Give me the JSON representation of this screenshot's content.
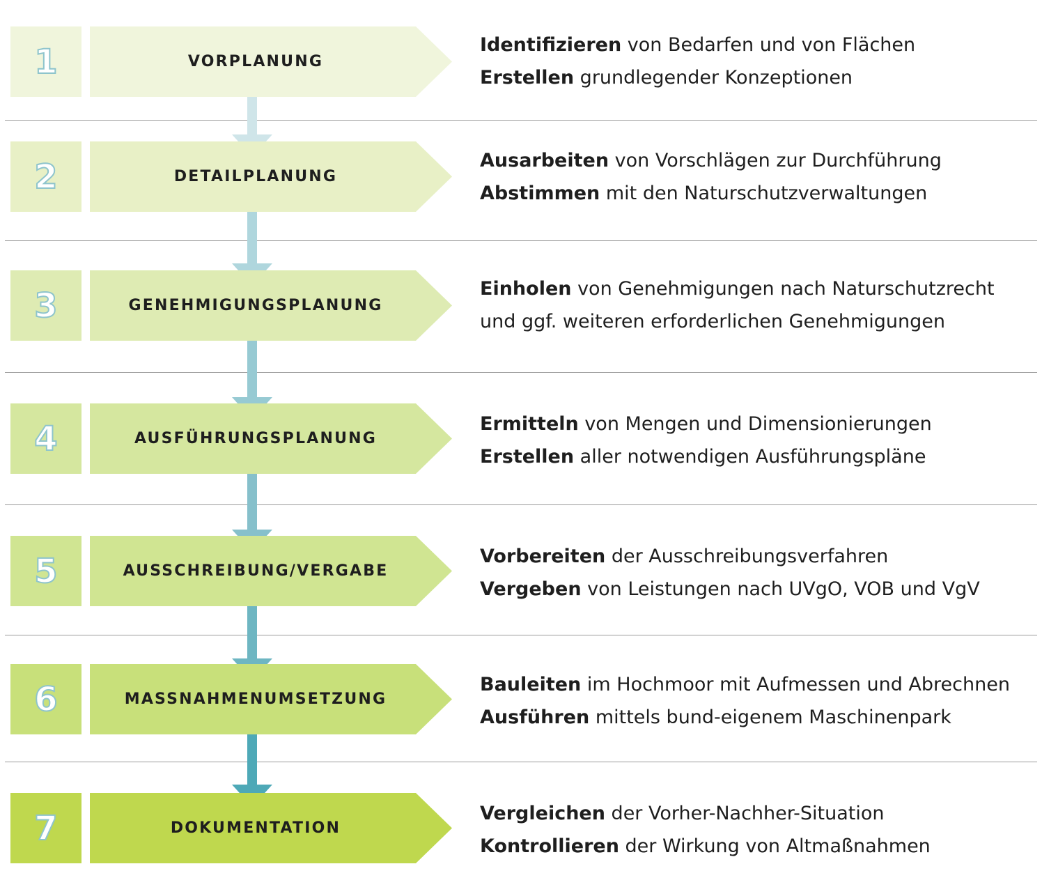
{
  "colors": {
    "box_fill": [
      "#f0f5dc",
      "#e8f0c6",
      "#deebb3",
      "#d5e79f",
      "#d0e592",
      "#c8e07a",
      "#bfd84e"
    ],
    "arrow_fill": [
      "#cfe5e9",
      "#afd6dd",
      "#97cad3",
      "#86c0cb",
      "#6eb6c2",
      "#4ea9b7",
      "#1a9ba9"
    ],
    "number_outline": "#8ec4cc",
    "separator": "#9a9a9a",
    "text": "#1e1e1e"
  },
  "steps": [
    {
      "number": "1",
      "title": "VORPLANUNG",
      "lines": [
        {
          "bold": "Identifizieren",
          "rest": " von Bedarfen und von Flächen"
        },
        {
          "bold": "Erstellen",
          "rest": " grundlegender Konzeptionen"
        }
      ]
    },
    {
      "number": "2",
      "title": "DETAILPLANUNG",
      "lines": [
        {
          "bold": "Ausarbeiten",
          "rest": " von Vorschlägen zur Durchführung"
        },
        {
          "bold": "Abstimmen",
          "rest": " mit den Naturschutzverwaltungen"
        }
      ]
    },
    {
      "number": "3",
      "title": "GENEHMIGUNGSPLANUNG",
      "lines": [
        {
          "bold": "Einholen",
          "rest": " von Genehmigungen nach Naturschutzrecht"
        },
        {
          "bold": "",
          "rest": "und ggf. weiteren erforderlichen Genehmigungen"
        }
      ]
    },
    {
      "number": "4",
      "title": "AUSFÜHRUNGSPLANUNG",
      "lines": [
        {
          "bold": "Ermitteln",
          "rest": " von Mengen und Dimensionierungen"
        },
        {
          "bold": "Erstellen",
          "rest": " aller notwendigen Ausführungspläne"
        }
      ]
    },
    {
      "number": "5",
      "title": "AUSSCHREIBUNG/VERGABE",
      "lines": [
        {
          "bold": "Vorbereiten",
          "rest": " der Ausschreibungsverfahren"
        },
        {
          "bold": "Vergeben",
          "rest": " von Leistungen nach UVgO, VOB und VgV"
        }
      ]
    },
    {
      "number": "6",
      "title": "MASSNAHMENUMSETZUNG",
      "lines": [
        {
          "bold": "Bauleiten",
          "rest": " im Hochmoor mit Aufmessen und Abrechnen"
        },
        {
          "bold": "Ausführen",
          "rest": " mittels bund-eigenem Maschinenpark"
        }
      ]
    },
    {
      "number": "7",
      "title": "DOKUMENTATION",
      "lines": [
        {
          "bold": "Vergleichen",
          "rest": " der Vorher-Nachher-Situation"
        },
        {
          "bold": "Kontrollieren",
          "rest": " der Wirkung von Altmaßnahmen"
        }
      ]
    }
  ]
}
